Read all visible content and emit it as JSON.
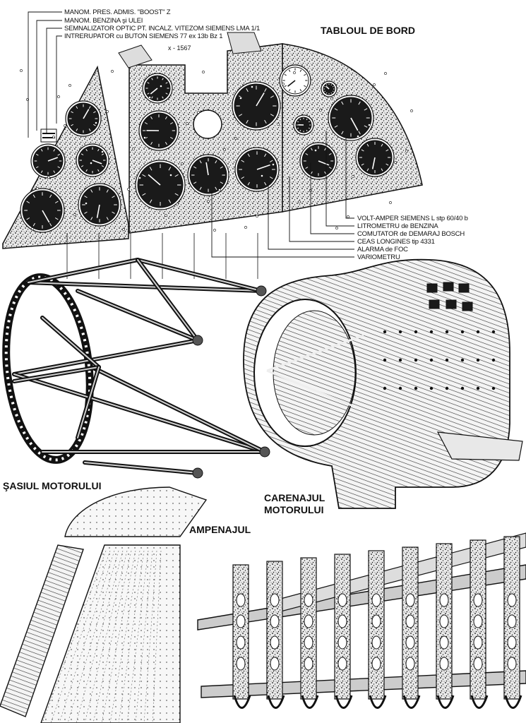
{
  "diagram": {
    "title": "TABLOUL DE BORD",
    "drawing_code": "x - 1567",
    "left_callouts": [
      "MANOM. PRES. ADMIS. \"BOOST\" Z",
      "MANOM. BENZINA şi ULEI",
      "SEMNALIZATOR OPTIC PT. INCALZ. VITEZOM SIEMENS LMA 1/1",
      "INTRERUPATOR cu BUTON SIEMENS 77 ex 13b Bz 1"
    ],
    "right_callouts": [
      "VOLT-AMPER SIEMENS L stp 60/40 b",
      "LITROMETRU de BENZINA",
      "COMUTATOR de DEMARAJ BOSCH",
      "CEAS LONGINES tip 4331",
      "ALARMA de FOC",
      "VARIOMETRU"
    ],
    "sections": {
      "chassis": "ŞASIUL MOTORULUI",
      "cowling_line1": "CARENAJUL",
      "cowling_line2": "MOTORULUI",
      "tail": "AMPENAJUL"
    }
  }
}
